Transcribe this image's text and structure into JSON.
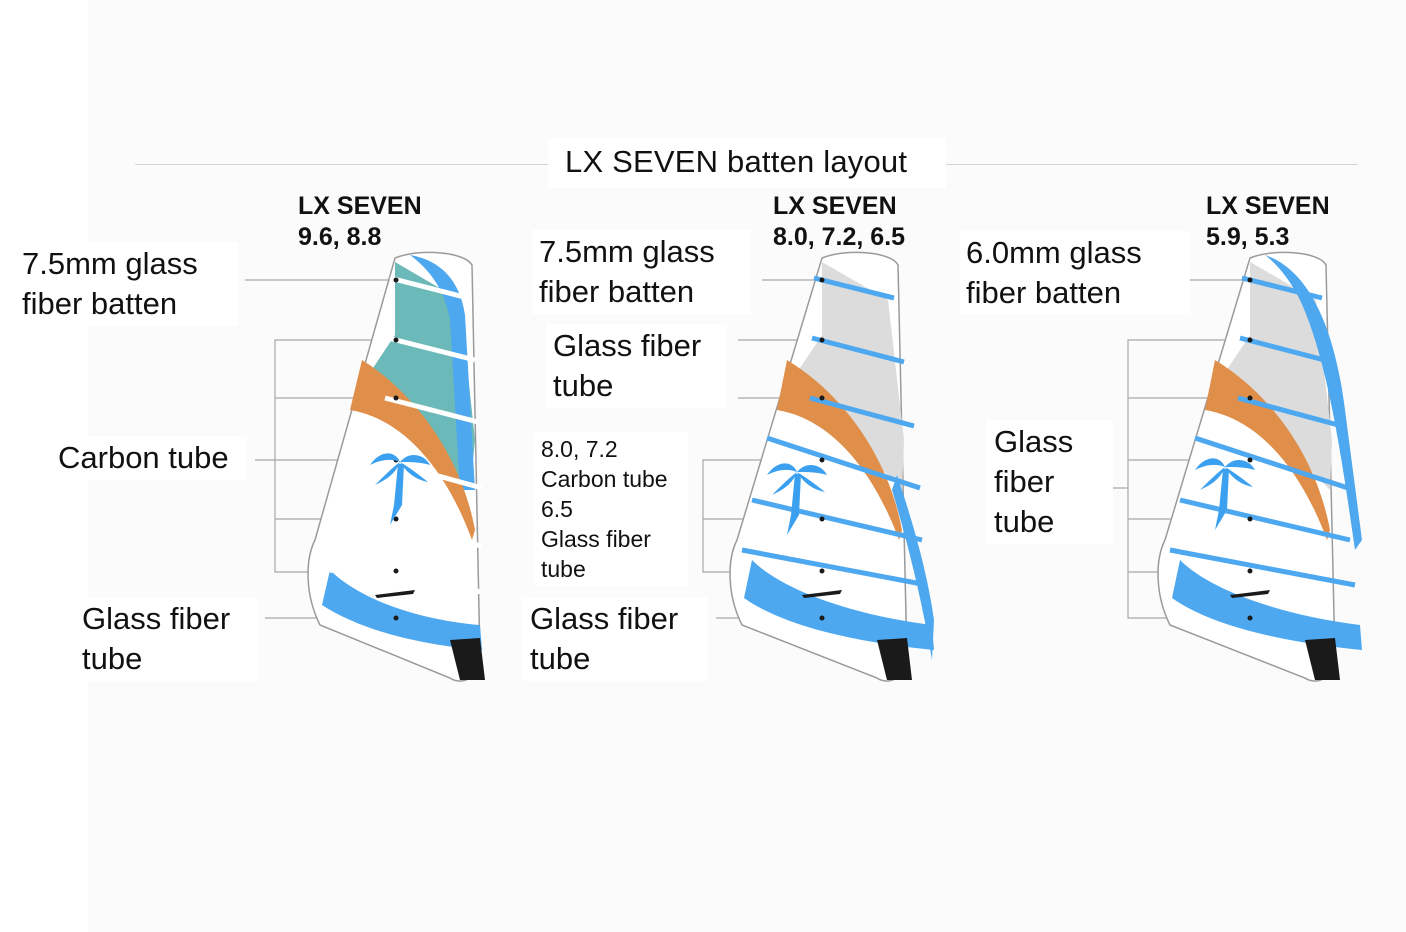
{
  "title": "LX SEVEN batten layout",
  "sails": [
    {
      "model_name": "LX SEVEN",
      "sizes": "9.6, 8.8",
      "body_color": "#6bb9b9",
      "labels": {
        "top": [
          "7.5mm glass",
          "fiber batten"
        ],
        "carbon": [
          "Carbon tube"
        ],
        "bottom": [
          "Glass fiber",
          "tube"
        ]
      }
    },
    {
      "model_name": "LX SEVEN",
      "sizes": "8.0, 7.2, 6.5",
      "body_color": "#dcdcdc",
      "labels": {
        "top": [
          "7.5mm glass",
          "fiber batten"
        ],
        "mid": [
          "Glass fiber",
          "tube"
        ],
        "note": [
          "8.0, 7.2",
          "Carbon tube",
          "6.5",
          "Glass fiber",
          "tube"
        ],
        "bottom": [
          "Glass fiber",
          "tube"
        ]
      }
    },
    {
      "model_name": "LX SEVEN",
      "sizes": "5.9, 5.3",
      "body_color": "#dcdcdc",
      "labels": {
        "top": [
          "6.0mm glass",
          "fiber batten"
        ],
        "glass": [
          "Glass",
          "fiber",
          "tube"
        ]
      }
    }
  ],
  "colors": {
    "sail_blue": "#4da8f0",
    "sail_orange": "#e08f4a",
    "outline": "#9a9a9a",
    "text": "#111111"
  },
  "icons": [
    "palm-tree-icon",
    "sail-logo-icon"
  ]
}
